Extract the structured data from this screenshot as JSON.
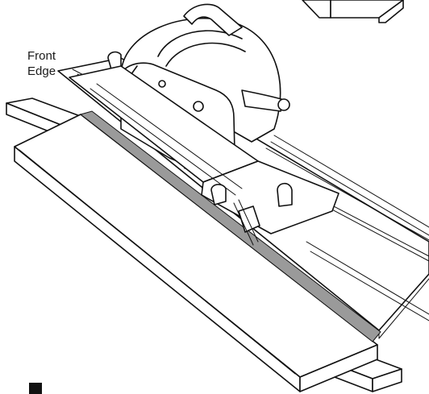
{
  "labels": {
    "front": "Front",
    "edge": "Edge"
  },
  "colors": {
    "line": "#111111",
    "edge_strip": "#9a9a9a",
    "background": "#ffffff"
  },
  "icons": [
    "circular-saw-illustration",
    "guide-rail",
    "workpiece-board",
    "support-blocks",
    "page-marker"
  ]
}
